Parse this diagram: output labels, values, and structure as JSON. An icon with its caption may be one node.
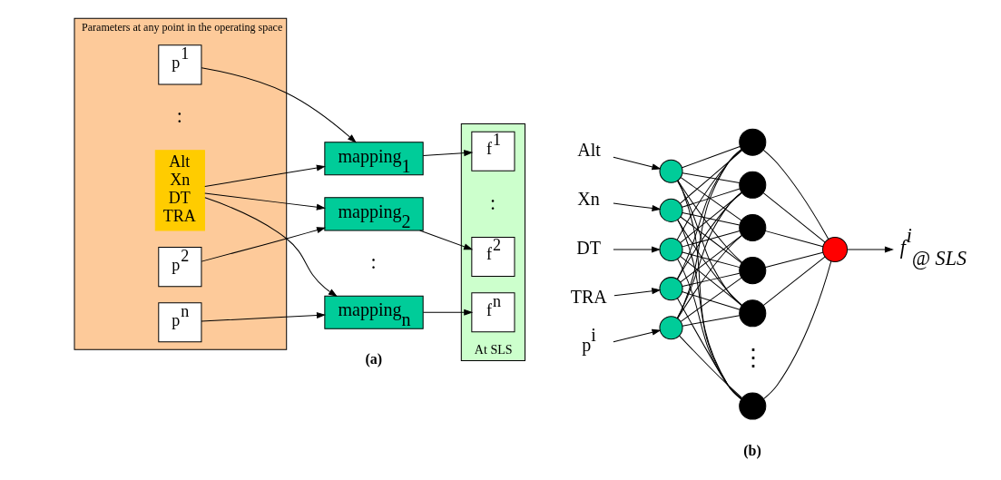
{
  "diagram": {
    "nodes": [
      {
        "text": [
          "Parameters at any point in the operating space"
        ]
      },
      {
        "text": [
          "Alt",
          "Xn",
          "DT",
          "TRA"
        ],
        "in": 0
      },
      {
        "text": [
          "p$^{1}$"
        ],
        "in": 0
      },
      {
        "text": [
          "p$^{2}$"
        ],
        "in": 0
      },
      {
        "text": [
          "p$^{n}$"
        ],
        "in": 0
      },
      {
        "text": [
          "mapping$_{1}$"
        ]
      },
      {
        "text": [
          "mapping$_{2}$"
        ]
      },
      {
        "text": [
          "mapping$_{n}$"
        ]
      },
      {
        "text": [
          "At SLS"
        ]
      },
      {
        "text": [
          "f$^{1}$"
        ],
        "in": 8
      },
      {
        "text": [
          "f$^{2}$"
        ],
        "in": 8
      },
      {
        "text": [
          "f$^{n}$"
        ],
        "in": 8
      },
      {
        "text": [
          "Alt"
        ]
      },
      {
        "text": [
          "Xn"
        ]
      },
      {
        "text": [
          "DT"
        ]
      },
      {
        "text": [
          "TRA"
        ]
      },
      {
        "text": [
          "p$^{i}$"
        ]
      },
      {
        "text": [],
        "shape": "circle"
      },
      {
        "text": [],
        "shape": "circle"
      },
      {
        "text": [],
        "shape": "circle"
      },
      {
        "text": [],
        "shape": "circle"
      },
      {
        "text": [],
        "shape": "circle"
      },
      {
        "text": [],
        "shape": "circle"
      },
      {
        "text": [],
        "shape": "circle"
      },
      {
        "text": [],
        "shape": "circle"
      },
      {
        "text": [],
        "shape": "circle"
      },
      {
        "text": [],
        "shape": "circle"
      },
      {
        "text": [],
        "shape": "circle"
      },
      {
        "text": [],
        "shape": "circle"
      },
      {
        "text": [
          "f$^{i}$$_{@ SLS}$"
        ]
      }
    ],
    "edges": [
      {
        "from": 1,
        "to": 5,
        "arrow": "to"
      },
      {
        "from": 1,
        "to": 6,
        "arrow": "to"
      },
      {
        "from": 1,
        "to": 7,
        "arrow": "to"
      },
      {
        "from": 2,
        "to": 5,
        "arrow": "to"
      },
      {
        "from": 3,
        "to": 6,
        "arrow": "to"
      },
      {
        "from": 4,
        "to": 7,
        "arrow": "to"
      },
      {
        "from": 5,
        "to": 9,
        "arrow": "to"
      },
      {
        "from": 6,
        "to": 10,
        "arrow": "to"
      },
      {
        "from": 7,
        "to": 11,
        "arrow": "to"
      },
      {
        "from": 12,
        "to": 17,
        "arrow": "to"
      },
      {
        "from": 13,
        "to": 18,
        "arrow": "to"
      },
      {
        "from": 14,
        "to": 19,
        "arrow": "to"
      },
      {
        "from": 15,
        "to": 20,
        "arrow": "to"
      },
      {
        "from": 16,
        "to": 21,
        "arrow": "to"
      },
      {
        "from": 17,
        "to": 22,
        "arrow": "none"
      },
      {
        "from": 17,
        "to": 23,
        "arrow": "none"
      },
      {
        "from": 17,
        "to": 24,
        "arrow": "none"
      },
      {
        "from": 17,
        "to": 25,
        "arrow": "none"
      },
      {
        "from": 17,
        "to": 26,
        "arrow": "none"
      },
      {
        "from": 17,
        "to": 27,
        "arrow": "none"
      },
      {
        "from": 18,
        "to": 22,
        "arrow": "none"
      },
      {
        "from": 18,
        "to": 23,
        "arrow": "none"
      },
      {
        "from": 18,
        "to": 24,
        "arrow": "none"
      },
      {
        "from": 18,
        "to": 25,
        "arrow": "none"
      },
      {
        "from": 18,
        "to": 26,
        "arrow": "none"
      },
      {
        "from": 18,
        "to": 27,
        "arrow": "none"
      },
      {
        "from": 19,
        "to": 22,
        "arrow": "none"
      },
      {
        "from": 19,
        "to": 23,
        "arrow": "none"
      },
      {
        "from": 19,
        "to": 24,
        "arrow": "none"
      },
      {
        "from": 19,
        "to": 25,
        "arrow": "none"
      },
      {
        "from": 19,
        "to": 26,
        "arrow": "none"
      },
      {
        "from": 19,
        "to": 27,
        "arrow": "none"
      },
      {
        "from": 20,
        "to": 22,
        "arrow": "none"
      },
      {
        "from": 20,
        "to": 23,
        "arrow": "none"
      },
      {
        "from": 20,
        "to": 24,
        "arrow": "none"
      },
      {
        "from": 20,
        "to": 25,
        "arrow": "none"
      },
      {
        "from": 20,
        "to": 26,
        "arrow": "none"
      },
      {
        "from": 20,
        "to": 27,
        "arrow": "none"
      },
      {
        "from": 21,
        "to": 22,
        "arrow": "none"
      },
      {
        "from": 21,
        "to": 23,
        "arrow": "none"
      },
      {
        "from": 21,
        "to": 24,
        "arrow": "none"
      },
      {
        "from": 21,
        "to": 25,
        "arrow": "none"
      },
      {
        "from": 21,
        "to": 26,
        "arrow": "none"
      },
      {
        "from": 21,
        "to": 27,
        "arrow": "none"
      },
      {
        "from": 22,
        "to": 28,
        "arrow": "none"
      },
      {
        "from": 23,
        "to": 28,
        "arrow": "none"
      },
      {
        "from": 24,
        "to": 28,
        "arrow": "none"
      },
      {
        "from": 25,
        "to": 28,
        "arrow": "none"
      },
      {
        "from": 26,
        "to": 28,
        "arrow": "none"
      },
      {
        "from": 27,
        "to": 28,
        "arrow": "none"
      },
      {
        "from": 28,
        "to": 29,
        "arrow": "to"
      }
    ],
    "labels": [
      ":",
      ":",
      ":",
      "⋮",
      "(a)",
      "(b)"
    ]
  }
}
